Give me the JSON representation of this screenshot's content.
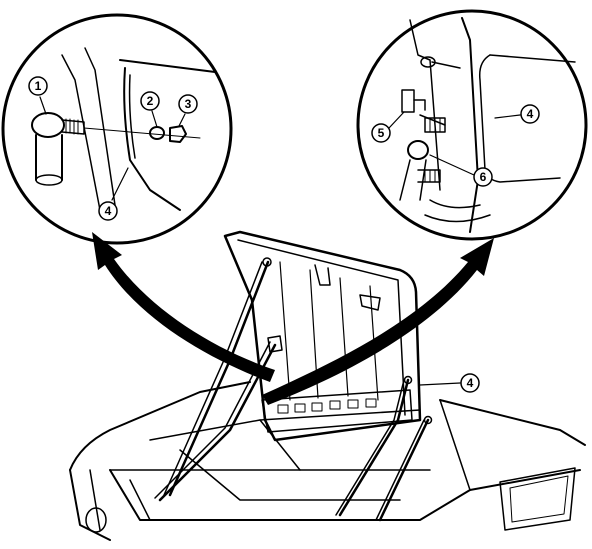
{
  "callouts": {
    "left_detail": [
      "1",
      "2",
      "3",
      "4"
    ],
    "right_detail": [
      "4",
      "5",
      "6"
    ],
    "main_view": [
      "4"
    ]
  },
  "colors": {
    "ink": "#000000",
    "paper": "#ffffff"
  }
}
